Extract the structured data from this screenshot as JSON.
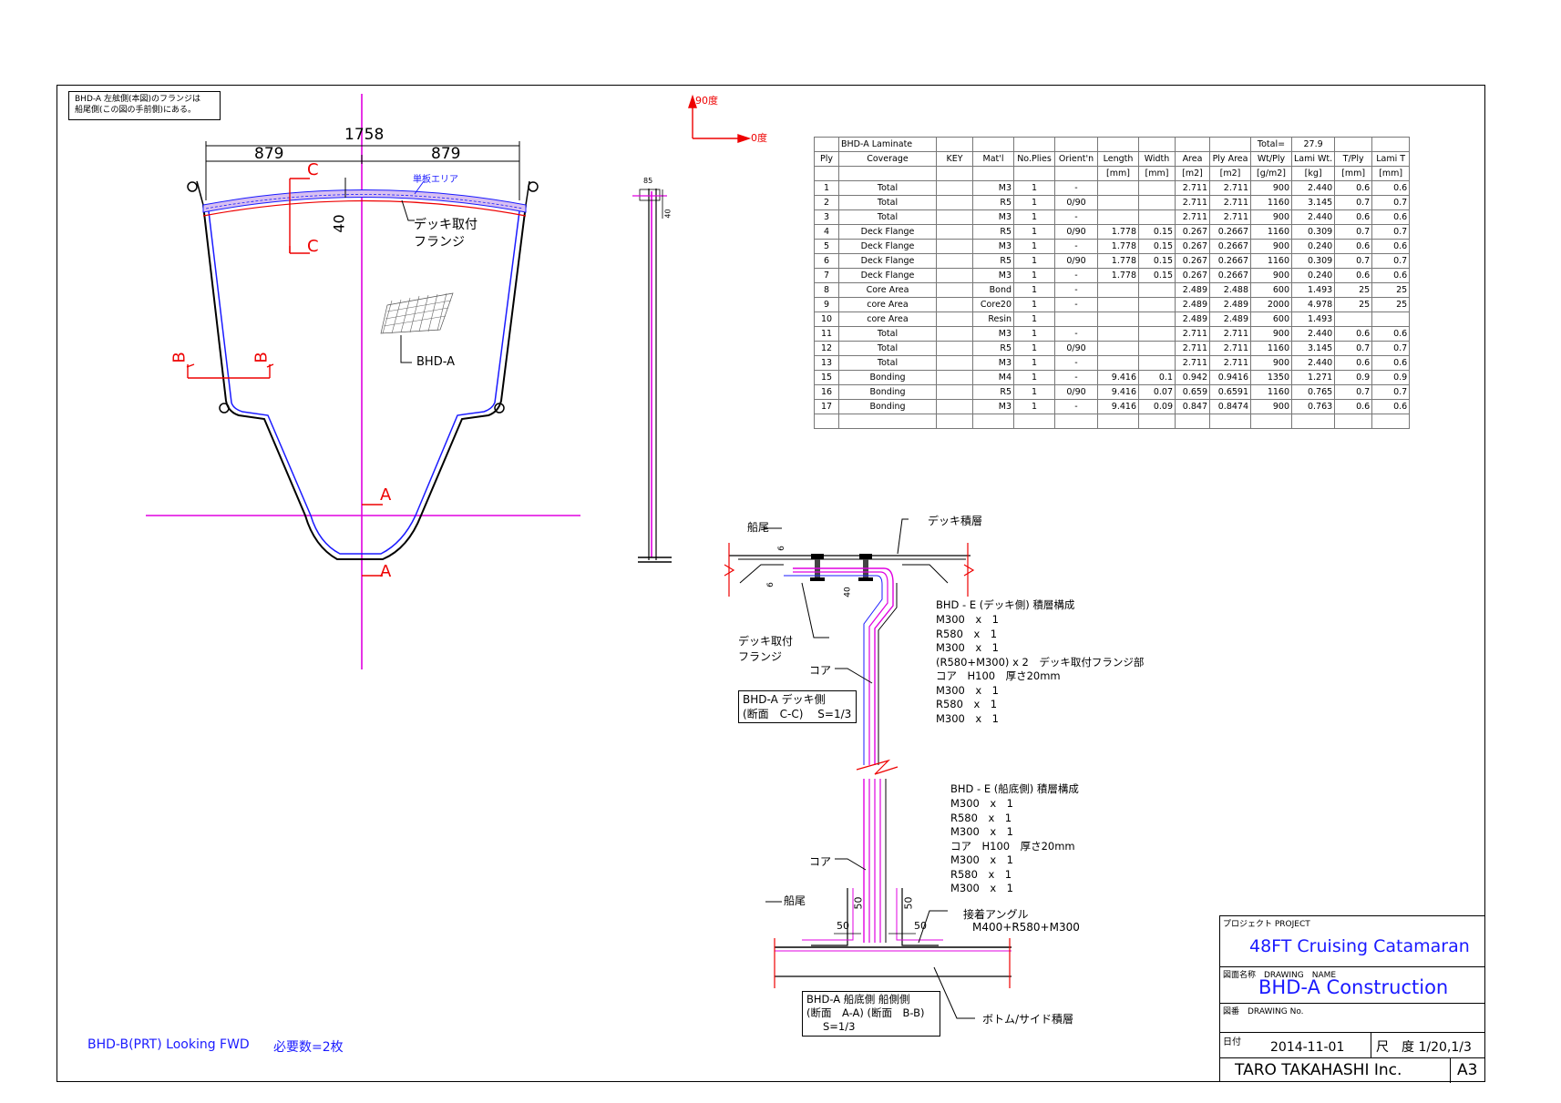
{
  "note": {
    "line1": "BHD-A 左舷側(本図)のフランジは",
    "line2": "船尾側(この図の手前側)にある。"
  },
  "direction": {
    "deg90": "90度",
    "deg0": "0度"
  },
  "main_view": {
    "overall_dim": "1758",
    "half_left": "879",
    "half_right": "879",
    "single_plate_area": "単板エリア",
    "deck_flange": [
      "デッキ取付",
      "フランジ"
    ],
    "height_40": "40",
    "bhd_label": "BHD-A",
    "section_marks": {
      "c": "C",
      "b": "B",
      "a": "A"
    }
  },
  "side_view": {
    "dim_85": "85",
    "dim_40": "40"
  },
  "laminate_table": {
    "title": "BHD-A Laminate",
    "total_label": "Total=",
    "total_value": "27.9",
    "headers": [
      "Ply",
      "Coverage",
      "KEY",
      "Mat'l",
      "No.Plies",
      "Orient'n",
      "Length",
      "Width",
      "Area",
      "Ply Area",
      "Wt/Ply",
      "Lami Wt.",
      "T/Ply",
      "Lami T"
    ],
    "units": [
      "",
      "",
      "",
      "",
      "",
      "",
      "[mm]",
      "[mm]",
      "[m2]",
      "[m2]",
      "[g/m2]",
      "[kg]",
      "[mm]",
      "[mm]"
    ],
    "rows": [
      [
        "1",
        "Total",
        "",
        "M3",
        "1",
        "-",
        "",
        "",
        "2.711",
        "2.711",
        "900",
        "2.440",
        "0.6",
        "0.6"
      ],
      [
        "2",
        "Total",
        "",
        "R5",
        "1",
        "0/90",
        "",
        "",
        "2.711",
        "2.711",
        "1160",
        "3.145",
        "0.7",
        "0.7"
      ],
      [
        "3",
        "Total",
        "",
        "M3",
        "1",
        "-",
        "",
        "",
        "2.711",
        "2.711",
        "900",
        "2.440",
        "0.6",
        "0.6"
      ],
      [
        "4",
        "Deck Flange",
        "",
        "R5",
        "1",
        "0/90",
        "1.778",
        "0.15",
        "0.267",
        "0.2667",
        "1160",
        "0.309",
        "0.7",
        "0.7"
      ],
      [
        "5",
        "Deck Flange",
        "",
        "M3",
        "1",
        "-",
        "1.778",
        "0.15",
        "0.267",
        "0.2667",
        "900",
        "0.240",
        "0.6",
        "0.6"
      ],
      [
        "6",
        "Deck Flange",
        "",
        "R5",
        "1",
        "0/90",
        "1.778",
        "0.15",
        "0.267",
        "0.2667",
        "1160",
        "0.309",
        "0.7",
        "0.7"
      ],
      [
        "7",
        "Deck Flange",
        "",
        "M3",
        "1",
        "-",
        "1.778",
        "0.15",
        "0.267",
        "0.2667",
        "900",
        "0.240",
        "0.6",
        "0.6"
      ],
      [
        "8",
        "Core Area",
        "",
        "Bond",
        "1",
        "-",
        "",
        "",
        "2.489",
        "2.488",
        "600",
        "1.493",
        "25",
        "25"
      ],
      [
        "9",
        "core Area",
        "",
        "Core20",
        "1",
        "-",
        "",
        "",
        "2.489",
        "2.489",
        "2000",
        "4.978",
        "25",
        "25"
      ],
      [
        "10",
        "core Area",
        "",
        "Resin",
        "1",
        "",
        "",
        "",
        "2.489",
        "2.489",
        "600",
        "1.493",
        "",
        ""
      ],
      [
        "11",
        "Total",
        "",
        "M3",
        "1",
        "-",
        "",
        "",
        "2.711",
        "2.711",
        "900",
        "2.440",
        "0.6",
        "0.6"
      ],
      [
        "12",
        "Total",
        "",
        "R5",
        "1",
        "0/90",
        "",
        "",
        "2.711",
        "2.711",
        "1160",
        "3.145",
        "0.7",
        "0.7"
      ],
      [
        "13",
        "Total",
        "",
        "M3",
        "1",
        "-",
        "",
        "",
        "2.711",
        "2.711",
        "900",
        "2.440",
        "0.6",
        "0.6"
      ],
      [
        "15",
        "Bonding",
        "",
        "M4",
        "1",
        "-",
        "9.416",
        "0.1",
        "0.942",
        "0.9416",
        "1350",
        "1.271",
        "0.9",
        "0.9"
      ],
      [
        "16",
        "Bonding",
        "",
        "R5",
        "1",
        "0/90",
        "9.416",
        "0.07",
        "0.659",
        "0.6591",
        "1160",
        "0.765",
        "0.7",
        "0.7"
      ],
      [
        "17",
        "Bonding",
        "",
        "M3",
        "1",
        "-",
        "9.416",
        "0.09",
        "0.847",
        "0.8474",
        "900",
        "0.763",
        "0.6",
        "0.6"
      ]
    ]
  },
  "detail": {
    "stern_top": "船尾",
    "deck_lam": "デッキ積層",
    "dim_6a": "6",
    "dim_6b": "6",
    "dim_40": "40",
    "deck_flange": [
      "デッキ取付",
      "フランジ"
    ],
    "core_top": "コア",
    "core_bottom": "コア",
    "deck_section_box": [
      "BHD-A デッキ側",
      "(断面　C-C)　 S=1/3"
    ],
    "deck_spec_title": "BHD - E (デッキ側) 積層構成",
    "deck_spec": [
      "M300　x　1",
      "R580　x　1",
      "M300　x　1",
      "(R580+M300) x 2　デッキ取付フランジ部",
      "コア　H100　厚さ20mm",
      "M300　x　1",
      "R580　x　1",
      "M300　x　1"
    ],
    "bottom_spec_title": "BHD - E (船底側) 積層構成",
    "bottom_spec": [
      "M300　x　1",
      "R580　x　1",
      "M300　x　1",
      "コア　H100　厚さ20mm",
      "M300　x　1",
      "R580　x　1",
      "M300　x　1"
    ],
    "stern_bottom": "船尾",
    "dim_50a": "50",
    "dim_50b": "50",
    "dim_50c": "50",
    "dim_50d": "50",
    "angle_title": "接着アングル",
    "angle_spec": "M400+R580+M300",
    "bottom_section_box": [
      "BHD-A 船底側 船側側",
      "(断面　A-A) (断面　B-B)",
      "S=1/3"
    ],
    "bottom_side_lam": "ボトム/サイド積層"
  },
  "footer": {
    "view": "BHD-B(PRT) Looking FWD",
    "qty": "必要数=2枚"
  },
  "title_block": {
    "project_caption": "プロジェクト PROJECT",
    "project": "48FT Cruising Catamaran",
    "drawing_name_caption": "図面名称　DRAWING　NAME",
    "drawing_name": "BHD-A  Construction",
    "drawing_no_caption": "図番　DRAWING No.",
    "drawing_no": "",
    "date_caption": "日付",
    "date": "2014-11-01",
    "scale": "尺　度 1/20,1/3",
    "company": "TARO TAKAHASHI Inc.",
    "size": "A3"
  }
}
